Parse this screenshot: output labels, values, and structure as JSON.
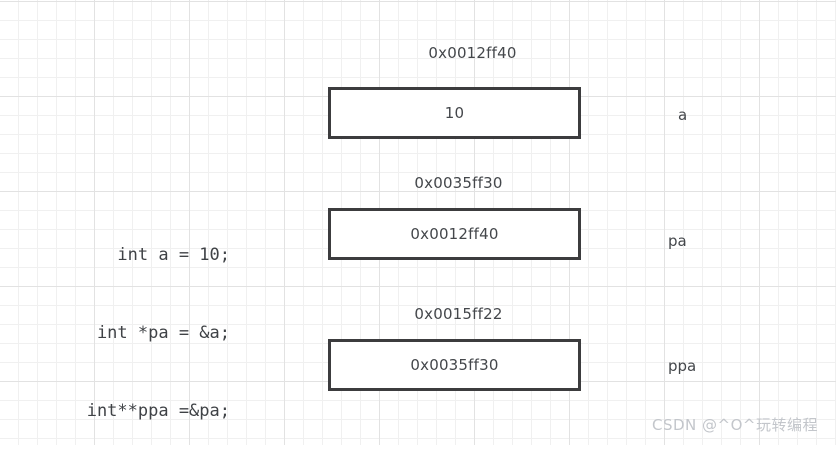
{
  "canvas": {
    "background_color": "#ffffff",
    "grid_minor_color": "#f0f0f0",
    "grid_major_color": "#e2e2e2",
    "box_border_color": "#3c3c3e",
    "text_color": "#44474b",
    "watermark_color": "#c3c6cb"
  },
  "code": {
    "lines": [
      "int a = 10;",
      "int *pa = &a;",
      "int**ppa =&pa;"
    ]
  },
  "memory": {
    "cells": [
      {
        "id": "a",
        "address": "0x0012ff40",
        "value": "10",
        "variable": "a"
      },
      {
        "id": "pa",
        "address": "0x0035ff30",
        "value": "0x0012ff40",
        "variable": "pa"
      },
      {
        "id": "ppa",
        "address": "0x0015ff22",
        "value": "0x0035ff30",
        "variable": "ppa"
      }
    ]
  },
  "watermark": {
    "text": "CSDN @^O^玩转编程"
  }
}
